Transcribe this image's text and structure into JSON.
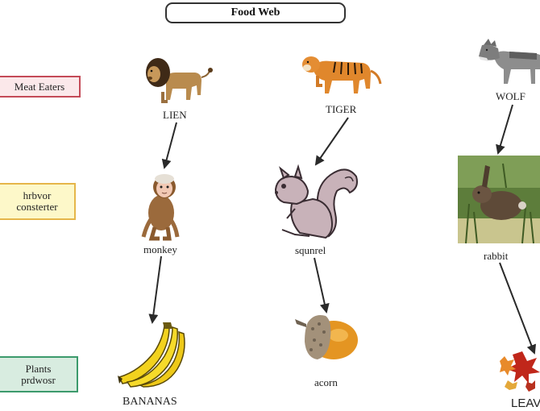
{
  "title": "Food Web",
  "categories": {
    "meat_eaters": "Meat Eaters",
    "herbivore_line1": "hrbvor",
    "herbivore_line2": "consterter",
    "plants_line1": "Plants",
    "plants_line2": "prdwosr"
  },
  "organisms": {
    "lion": "LIEN",
    "tiger": "TIGER",
    "wolf": "WOLF",
    "monkey": "monkey",
    "squirrel": "squnrel",
    "rabbit": "rabbit",
    "bananas": "BANANAS",
    "acorn": "acorn",
    "leaves": "LEAV"
  },
  "links": [
    {
      "from": "LIEN",
      "to": "monkey"
    },
    {
      "from": "TIGER",
      "to": "squnrel"
    },
    {
      "from": "WOLF",
      "to": "rabbit"
    },
    {
      "from": "monkey",
      "to": "BANANAS"
    },
    {
      "from": "squnrel",
      "to": "acorn"
    },
    {
      "from": "rabbit",
      "to": "LEAV"
    }
  ]
}
